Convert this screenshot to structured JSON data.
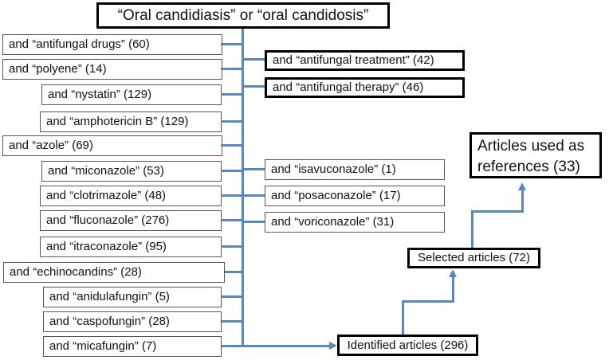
{
  "colors": {
    "connector_blue": "#5B87B9",
    "thin_border": "#555555",
    "thick_border": "#000000",
    "background": "#ffffff"
  },
  "title": {
    "label": "“Oral candidiasis” or “oral candidosis”"
  },
  "search_terms_left": [
    {
      "label": "and “antifungal drugs” (60)"
    },
    {
      "label": "and “polyene” (14)"
    },
    {
      "label": "and “nystatin” (129)"
    },
    {
      "label": "and “amphotericin B” (129)"
    },
    {
      "label": "and “azole” (69)"
    },
    {
      "label": "and “miconazole” (53)"
    },
    {
      "label": "and “clotrimazole” (48)"
    },
    {
      "label": "and “fluconazole” (276)"
    },
    {
      "label": "and “itraconazole” (95)"
    },
    {
      "label": "and “echinocandins” (28)"
    },
    {
      "label": "and “anidulafungin” (5)"
    },
    {
      "label": "and “caspofungin” (28)"
    },
    {
      "label": "and “micafungin” (7)"
    }
  ],
  "search_terms_right": [
    {
      "label": "and “antifungal treatment” (42)"
    },
    {
      "label": "and “antifungal therapy” (46)"
    },
    {
      "label": "and “isavuconazole” (1)"
    },
    {
      "label": "and “posaconazole” (17)"
    },
    {
      "label": "and “voriconazole” (31)"
    }
  ],
  "flow": {
    "identified": "Identified articles (296)",
    "selected": "Selected articles (72)",
    "references_line1": "Articles used as",
    "references_line2": "references (33)"
  }
}
